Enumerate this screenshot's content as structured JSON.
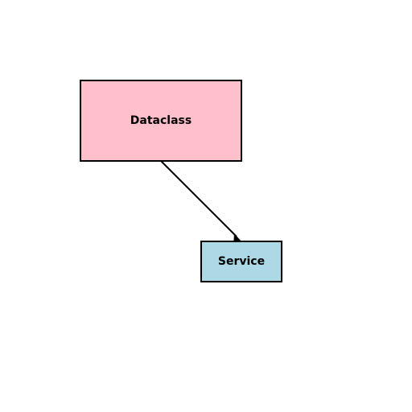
{
  "diagram": {
    "nodes": [
      {
        "id": "dataclass",
        "label": "Dataclass",
        "fill": "#ffc0cb",
        "stroke": "#000000"
      },
      {
        "id": "service",
        "label": "Service",
        "fill": "#add8e6",
        "stroke": "#000000"
      }
    ],
    "edges": [
      {
        "from": "dataclass",
        "to": "service",
        "arrow": "end",
        "color": "#000000"
      }
    ]
  }
}
